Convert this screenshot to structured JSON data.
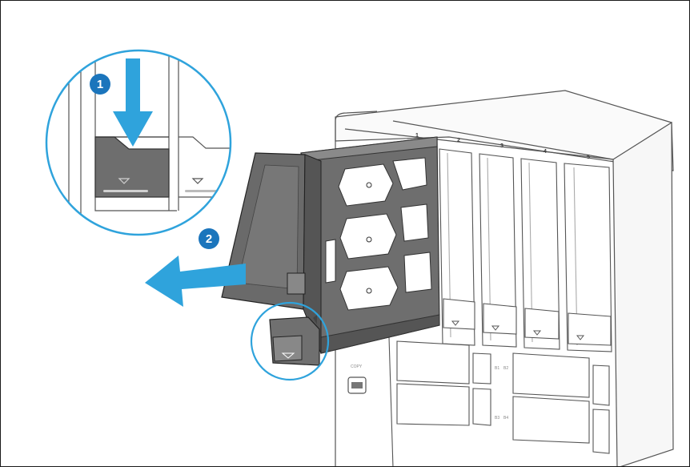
{
  "steps": [
    {
      "number": "1",
      "color": "#1b75bc"
    },
    {
      "number": "2",
      "color": "#1b75bc"
    }
  ],
  "bays": {
    "top_labels": [
      "1",
      "2",
      "3",
      "4",
      "5"
    ],
    "m2_labels": [
      "B1",
      "B2",
      "B3",
      "B4"
    ]
  },
  "copy_label": "COPY",
  "colors": {
    "arrow": "#2fa3dc",
    "circle": "#2fa3dc",
    "badge": "#1b75bc",
    "tray": "#6e6e6e",
    "chassis_line": "#555555"
  }
}
